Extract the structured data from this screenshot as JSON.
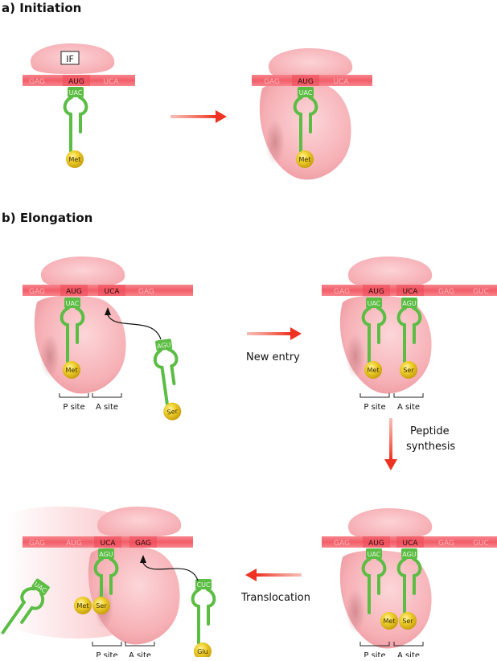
{
  "titles": {
    "initiation": "a) Initiation",
    "elongation": "b) Elongation"
  },
  "factor_label": "IF",
  "step_labels": {
    "new_entry": "New entry",
    "peptide_synthesis_line1": "Peptide",
    "peptide_synthesis_line2": "synthesis",
    "translocation": "Translocation"
  },
  "site_labels": {
    "p": "P site",
    "a": "A site"
  },
  "codons": {
    "gag": "GAG",
    "aug": "AUG",
    "uca": "UCA",
    "guc": "GUC"
  },
  "anticodons": {
    "uac": "UAC",
    "agu": "AGU",
    "cuc": "CUC"
  },
  "amino_acids": {
    "met": "Met",
    "ser": "Ser",
    "glu": "Glu"
  },
  "colors": {
    "mrna": "#f2646e",
    "mrna_codon_dim": "#f59aa0",
    "ribosome": "#f8b6bb",
    "ribosome_shade": "#e8969c",
    "trna": "#5cbd45",
    "amino_acid": "#e6c21e",
    "arrow": "#ee3322",
    "text": "#111111"
  }
}
